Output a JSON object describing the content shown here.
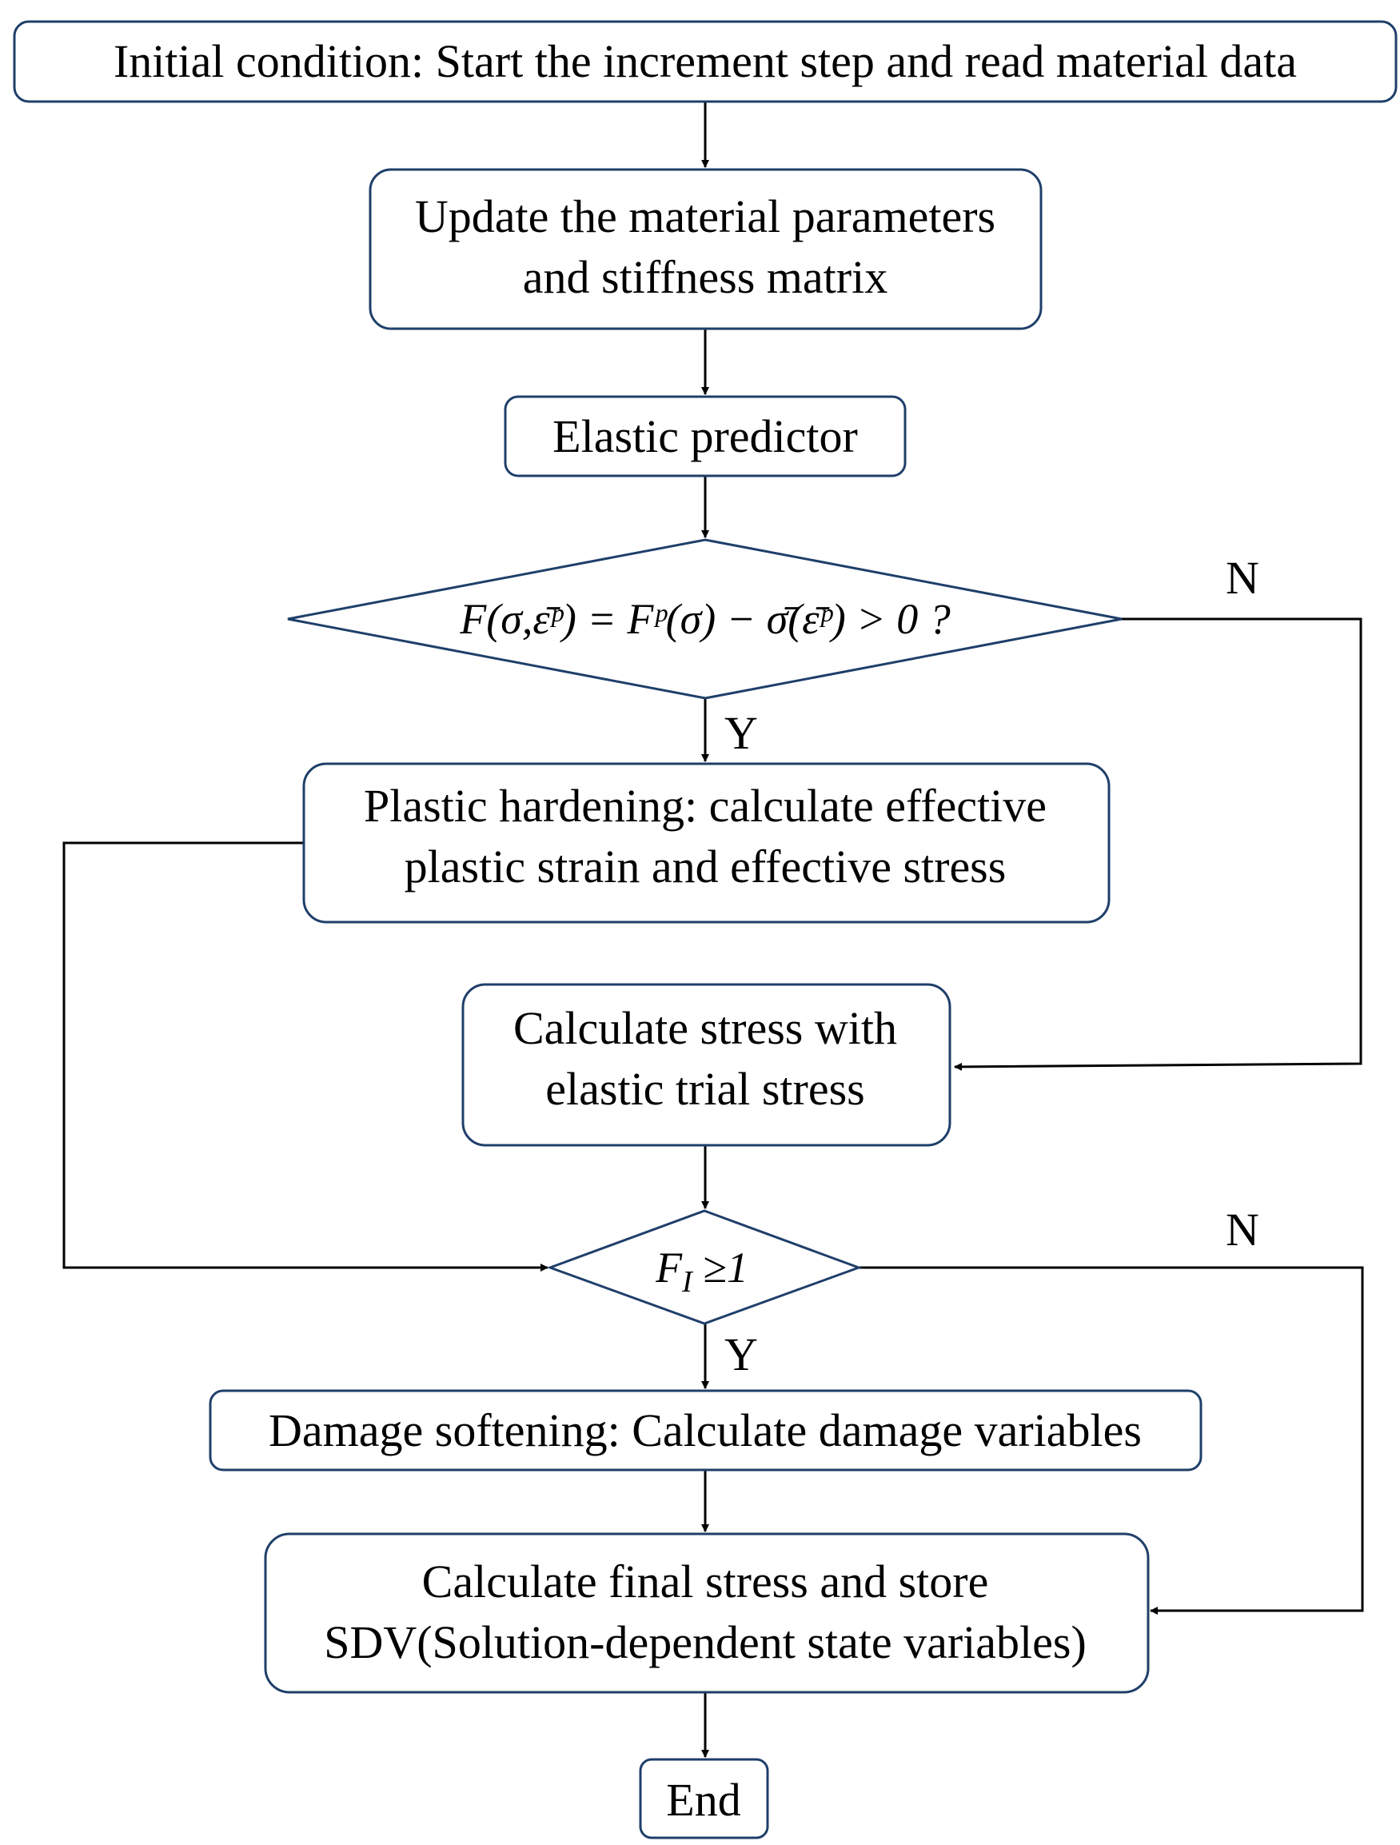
{
  "colors": {
    "border": "#1f3f6a",
    "line": "#000000",
    "text": "#000000"
  },
  "nodes": {
    "initial": "Initial condition:  Start the increment step and read material data",
    "update": [
      "Update the material parameters",
      "and stiffness matrix"
    ],
    "elastic": "Elastic predictor",
    "yield_check": "F(σ,ε̄ᵖ) = Fᵖ(σ) − σ̄(ε̄ᵖ) > 0  ?",
    "plastic": [
      "Plastic hardening: calculate effective",
      "plastic strain and effective stress"
    ],
    "trial": [
      "Calculate stress with",
      "elastic trial stress"
    ],
    "damage_check": "F",
    "damage_check_sub": "I",
    "damage_check_rest": " ≥1",
    "damage": "Damage softening: Calculate damage variables",
    "final": [
      "Calculate final stress and store",
      "SDV(Solution-dependent state variables)"
    ],
    "end": "End"
  },
  "labels": {
    "yes1": "Y",
    "no1": "N",
    "yes2": "Y",
    "no2": "N"
  }
}
